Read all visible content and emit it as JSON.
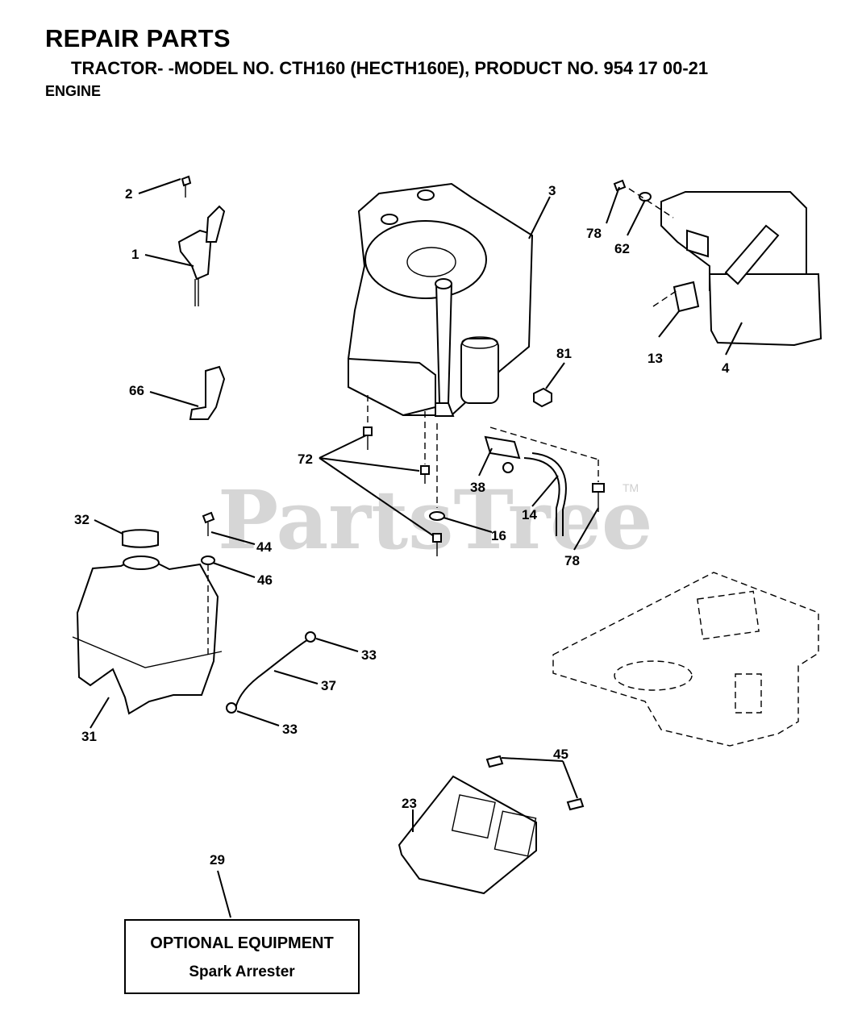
{
  "header": {
    "title": "REPAIR PARTS",
    "subtitle": "TRACTOR- -MODEL NO. CTH160 (HECTH160E), PRODUCT NO. 954 17 00-21",
    "section": "ENGINE"
  },
  "watermark": {
    "text": "PartsTree",
    "trademark": "TM"
  },
  "callouts": [
    {
      "id": "c1",
      "label": "1"
    },
    {
      "id": "c2",
      "label": "2"
    },
    {
      "id": "c3",
      "label": "3"
    },
    {
      "id": "c4",
      "label": "4"
    },
    {
      "id": "c13",
      "label": "13"
    },
    {
      "id": "c14",
      "label": "14"
    },
    {
      "id": "c16",
      "label": "16"
    },
    {
      "id": "c23",
      "label": "23"
    },
    {
      "id": "c29",
      "label": "29"
    },
    {
      "id": "c31",
      "label": "31"
    },
    {
      "id": "c32",
      "label": "32"
    },
    {
      "id": "c33a",
      "label": "33"
    },
    {
      "id": "c33b",
      "label": "33"
    },
    {
      "id": "c37",
      "label": "37"
    },
    {
      "id": "c38",
      "label": "38"
    },
    {
      "id": "c44",
      "label": "44"
    },
    {
      "id": "c45",
      "label": "45"
    },
    {
      "id": "c46",
      "label": "46"
    },
    {
      "id": "c62",
      "label": "62"
    },
    {
      "id": "c66",
      "label": "66"
    },
    {
      "id": "c72",
      "label": "72"
    },
    {
      "id": "c78a",
      "label": "78"
    },
    {
      "id": "c78b",
      "label": "78"
    },
    {
      "id": "c81",
      "label": "81"
    }
  ],
  "optional_equipment": {
    "title": "OPTIONAL EQUIPMENT",
    "item": "Spark Arrester"
  }
}
